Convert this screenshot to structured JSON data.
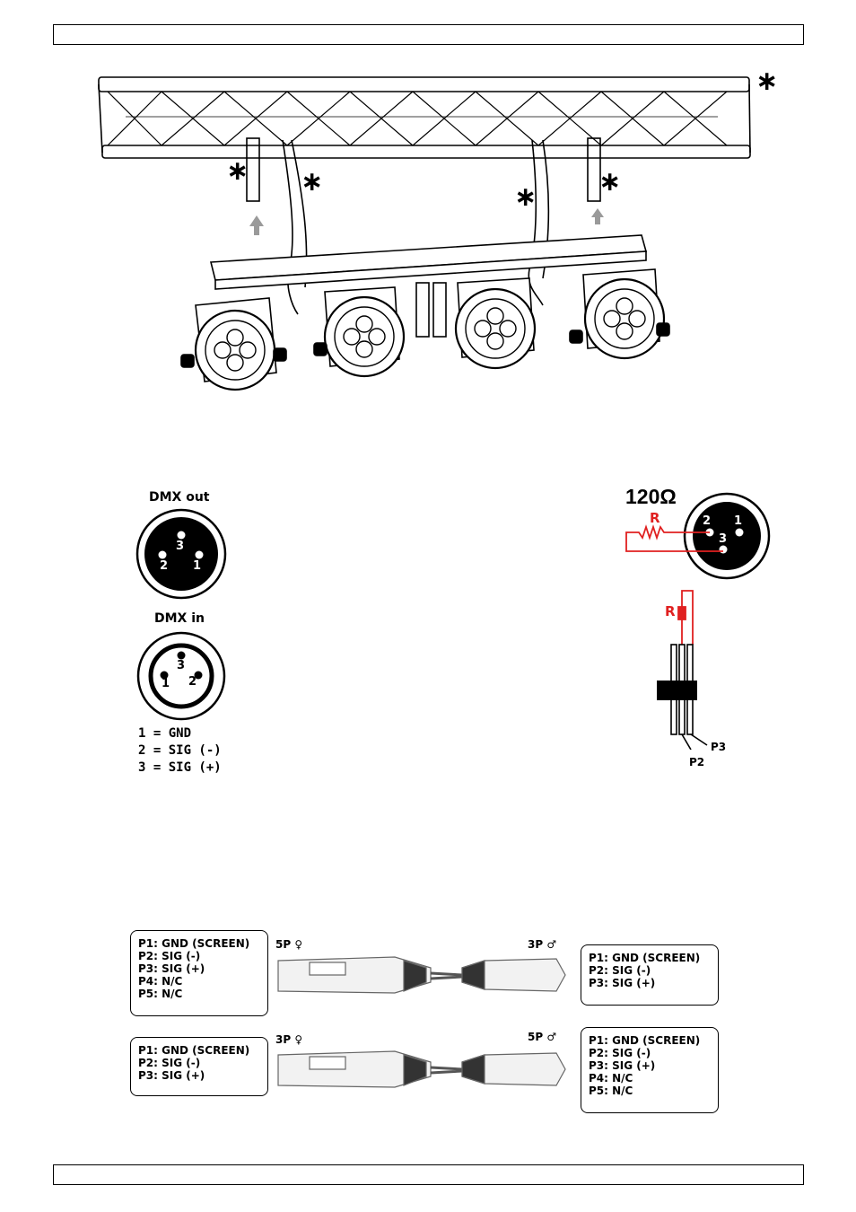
{
  "header": {
    "text": ""
  },
  "footer": {
    "text": ""
  },
  "rig": {
    "asterisk": "∗"
  },
  "dmx": {
    "out_label": "DMX out",
    "in_label": "DMX in",
    "pins_out": [
      "1",
      "2",
      "3"
    ],
    "pins_in": [
      "1",
      "2",
      "3"
    ],
    "legend": [
      "1 = GND",
      "2 = SIG (-)",
      "3 = SIG (+)"
    ]
  },
  "terminator": {
    "ohm_label": "120Ω",
    "resistor_label": "R",
    "pins": [
      "1",
      "2",
      "3"
    ],
    "resistor_label_2": "R",
    "p2": "P2",
    "p3": "P3"
  },
  "adapters": {
    "top": {
      "left_connector": "5P ♀",
      "right_connector": "3P ♂",
      "left_pins": [
        "P1: GND (SCREEN)",
        "P2: SIG (-)",
        "P3: SIG (+)",
        "P4: N/C",
        "P5: N/C"
      ],
      "right_pins": [
        "P1: GND (SCREEN)",
        "P2: SIG (-)",
        "P3: SIG (+)"
      ]
    },
    "bottom": {
      "left_connector": "3P ♀",
      "right_connector": "5P ♂",
      "left_pins": [
        "P1: GND (SCREEN)",
        "P2: SIG (-)",
        "P3: SIG (+)"
      ],
      "right_pins": [
        "P1: GND (SCREEN)",
        "P2: SIG (-)",
        "P3: SIG (+)",
        "P4: N/C",
        "P5: N/C"
      ]
    }
  }
}
